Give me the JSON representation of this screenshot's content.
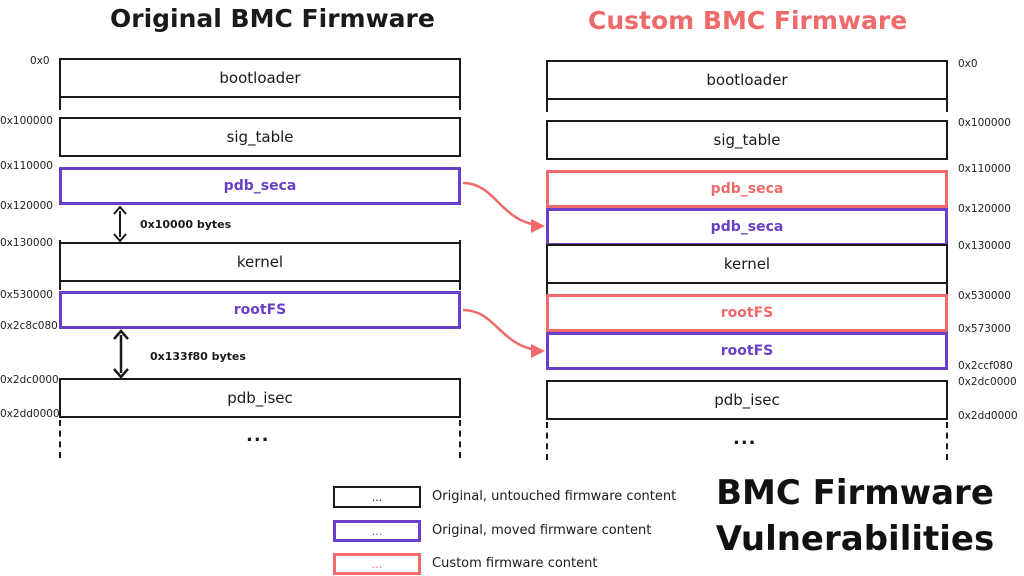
{
  "titles": {
    "original": "Original BMC Firmware",
    "custom": "Custom BMC Firmware"
  },
  "colors": {
    "untouched": "#1a1a1a",
    "moved": "#6a3fc8",
    "custom": "#ef6b6b"
  },
  "original": {
    "blocks": {
      "bootloader": "bootloader",
      "sig_table": "sig_table",
      "pdb_seca": "pdb_seca",
      "kernel": "kernel",
      "rootfs": "rootFS",
      "pdb_isec": "pdb_isec"
    },
    "addresses": [
      "0x0",
      "0x100000",
      "0x110000",
      "0x120000",
      "0x130000",
      "0x530000",
      "0x2c8c080",
      "0x2dc0000",
      "0x2dd0000"
    ],
    "gaps": [
      "0x10000 bytes",
      "0x133f80 bytes"
    ],
    "ellipsis": "..."
  },
  "custom": {
    "blocks": {
      "bootloader": "bootloader",
      "sig_table": "sig_table",
      "pdb_seca_custom": "pdb_seca",
      "pdb_seca_moved": "pdb_seca",
      "kernel": "kernel",
      "rootfs_custom": "rootFS",
      "rootfs_moved": "rootFS",
      "pdb_isec": "pdb_isec"
    },
    "addresses": [
      "0x0",
      "0x100000",
      "0x110000",
      "0x120000",
      "0x130000",
      "0x530000",
      "0x573000",
      "0x2ccf080",
      "0x2dc0000",
      "0x2dd0000"
    ],
    "ellipsis": "..."
  },
  "legend": [
    {
      "box": "...",
      "label": "Original, untouched firmware content"
    },
    {
      "box": "...",
      "label": "Original, moved firmware content"
    },
    {
      "box": "...",
      "label": "Custom firmware content"
    }
  ],
  "brand": {
    "line1": "BMC Firmware",
    "line2": "Vulnerabilities"
  }
}
